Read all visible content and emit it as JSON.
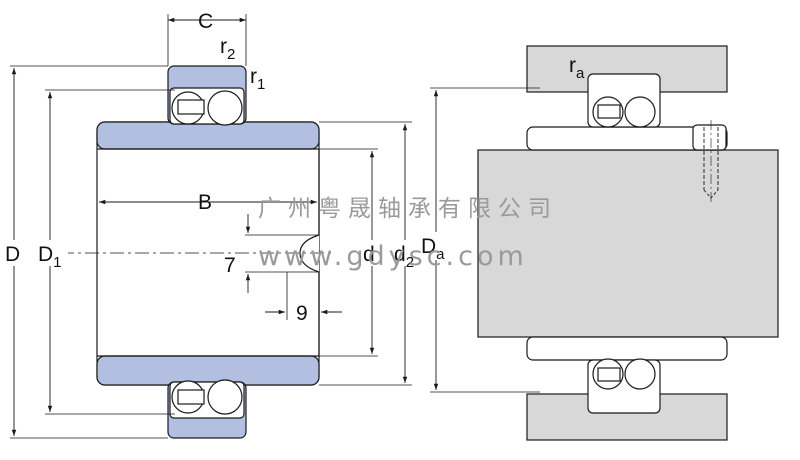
{
  "labels": {
    "C": "C",
    "r2": "r",
    "r2_sub": "2",
    "r1": "r",
    "r1_sub": "1",
    "B": "B",
    "seven": "7",
    "nine": "9",
    "D": "D",
    "D1": "D",
    "D1_sub": "1",
    "d": "d",
    "d2": "d",
    "d2_sub": "2",
    "Da": "D",
    "Da_sub": "a",
    "ra": "r",
    "ra_sub": "a"
  },
  "watermark": {
    "company": "广州粤晟轴承有限公司",
    "url": "www.gdysc.com"
  },
  "colors": {
    "bearing_fill": "#b3bfe0",
    "shaft_fill": "#d8d8d8",
    "housing_fill": "#d8d8d8",
    "line": "#1a1a1a",
    "watermark": "#9a9a9a"
  }
}
